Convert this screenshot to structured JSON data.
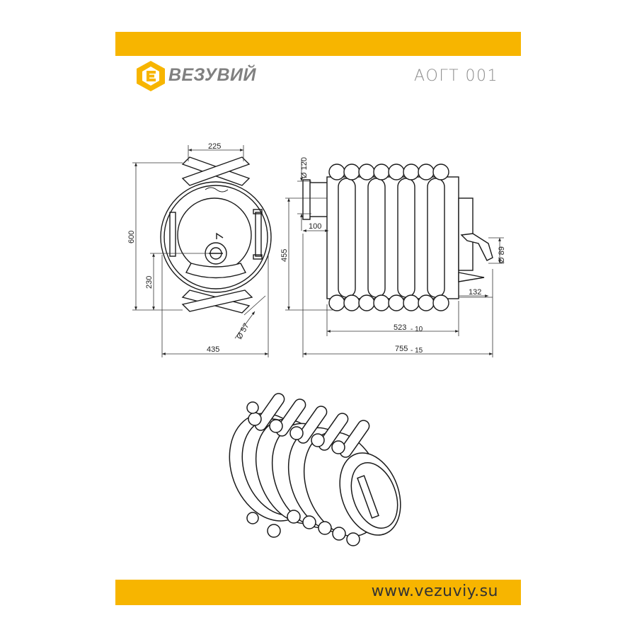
{
  "header": {
    "brand": "ВЕЗУВИЙ",
    "model": "АОГТ 001",
    "band_color": "#f7b500",
    "logo_color": "#f7b500",
    "logo_icon": "hexagon-e-logo"
  },
  "footer": {
    "website": "www.vezuviy.su",
    "band_color": "#f7b500"
  },
  "front_view": {
    "dim_top_width": "225",
    "dim_height": "600",
    "dim_lower_height": "230",
    "dim_pipe_diameter": "Ø 57",
    "dim_base_width": "435"
  },
  "side_view": {
    "dim_flue_diameter": "Ø 120",
    "dim_flue_offset": "100",
    "dim_height": "455",
    "dim_outlet_diameter": "Ø 89",
    "dim_outlet_depth": "132",
    "dim_body_length": "523",
    "dim_body_length_tol": "- 10",
    "dim_total_length": "755",
    "dim_total_length_tol": "- 15"
  }
}
